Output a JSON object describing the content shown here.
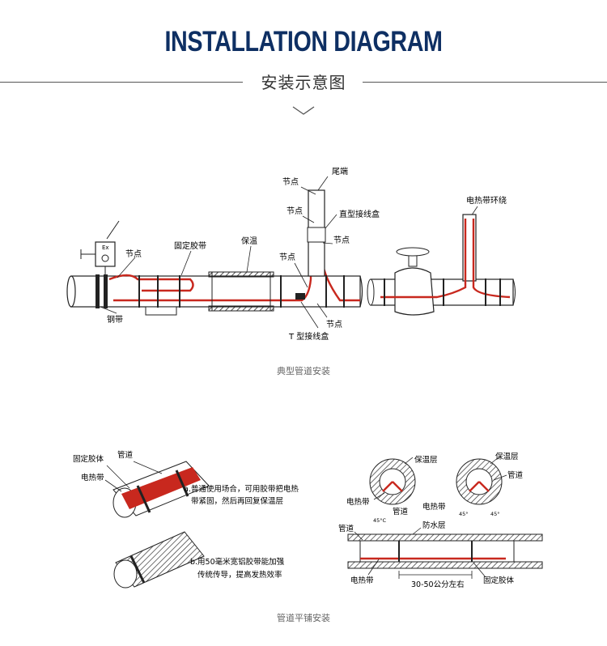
{
  "header": {
    "title": "INSTALLATION DIAGRAM",
    "subtitle": "安装示意图"
  },
  "diagram1": {
    "caption": "典型管道安装",
    "labels": {
      "ex": "Ex",
      "node1": "节点",
      "fixed_tape": "固定胶带",
      "insulation": "保温",
      "node_top": "节点",
      "tail": "尾端",
      "node2": "节点",
      "straight_box": "直型接线盒",
      "node3": "节点",
      "node4": "节点",
      "steel_band": "钢带",
      "node5": "节点",
      "t_box": "T 型接线盒",
      "wrap": "电热带环绕"
    }
  },
  "diagram2": {
    "caption": "管道平铺安装",
    "labels": {
      "fixed_glue": "固定胶体",
      "pipe": "管道",
      "heat_tape": "电热带",
      "note_a1": "a.普通使用场合，可用胶带把电热",
      "note_a2": "带紧固，然后再回复保温层",
      "note_b1": "b.用50毫米宽铝胶带能加强",
      "note_b2": "传统传导，提高发热效率",
      "insul_layer_1": "保温层",
      "heat_tape_c1": "电热带",
      "pipe_c1": "管道",
      "angle_c1": "45°C",
      "heat_tape_c2": "电热带",
      "insul_layer_2": "保温层",
      "pipe_c2": "管道",
      "angle_c2a": "45°",
      "angle_c2b": "45°",
      "pipe_side": "管道",
      "waterproof": "防水层",
      "heat_tape_side": "电热带",
      "spacing": "30-50公分左右",
      "fixed_glue_side": "固定胶体"
    }
  }
}
